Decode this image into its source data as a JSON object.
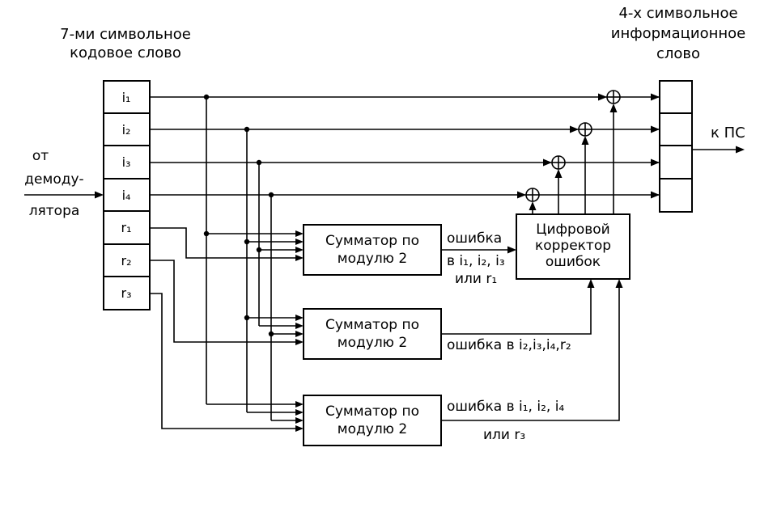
{
  "diagram": {
    "bg_color": "#ffffff",
    "line_color": "#000000",
    "titles": {
      "codeword": [
        "7-ми символьное",
        "кодовое слово"
      ],
      "infoword": [
        "4-х символьное",
        "информационное",
        "слово"
      ]
    },
    "input": {
      "label": [
        "от",
        "демоду-",
        "лятора"
      ]
    },
    "shift_register": {
      "cells": [
        "i₁",
        "i₂",
        "i₃",
        "i₄",
        "r₁",
        "r₂",
        "r₃"
      ]
    },
    "adders": [
      {
        "line1": "Сумматор по",
        "line2": "модулю 2"
      },
      {
        "line1": "Сумматор по",
        "line2": "модулю 2"
      },
      {
        "line1": "Сумматор по",
        "line2": "модулю 2"
      }
    ],
    "corrector": [
      "Цифровой",
      "корректор",
      "ошибок"
    ],
    "error_labels": {
      "e1": [
        "ошибка",
        "в i₁, i₂, i₃",
        "или r₁"
      ],
      "e2": [
        "ошибка в i₂,i₃,i₄,r₂"
      ],
      "e3": [
        "ошибка в i₁, i₂, i₄",
        "или r₃"
      ]
    },
    "output": {
      "label": "к ПС"
    }
  }
}
